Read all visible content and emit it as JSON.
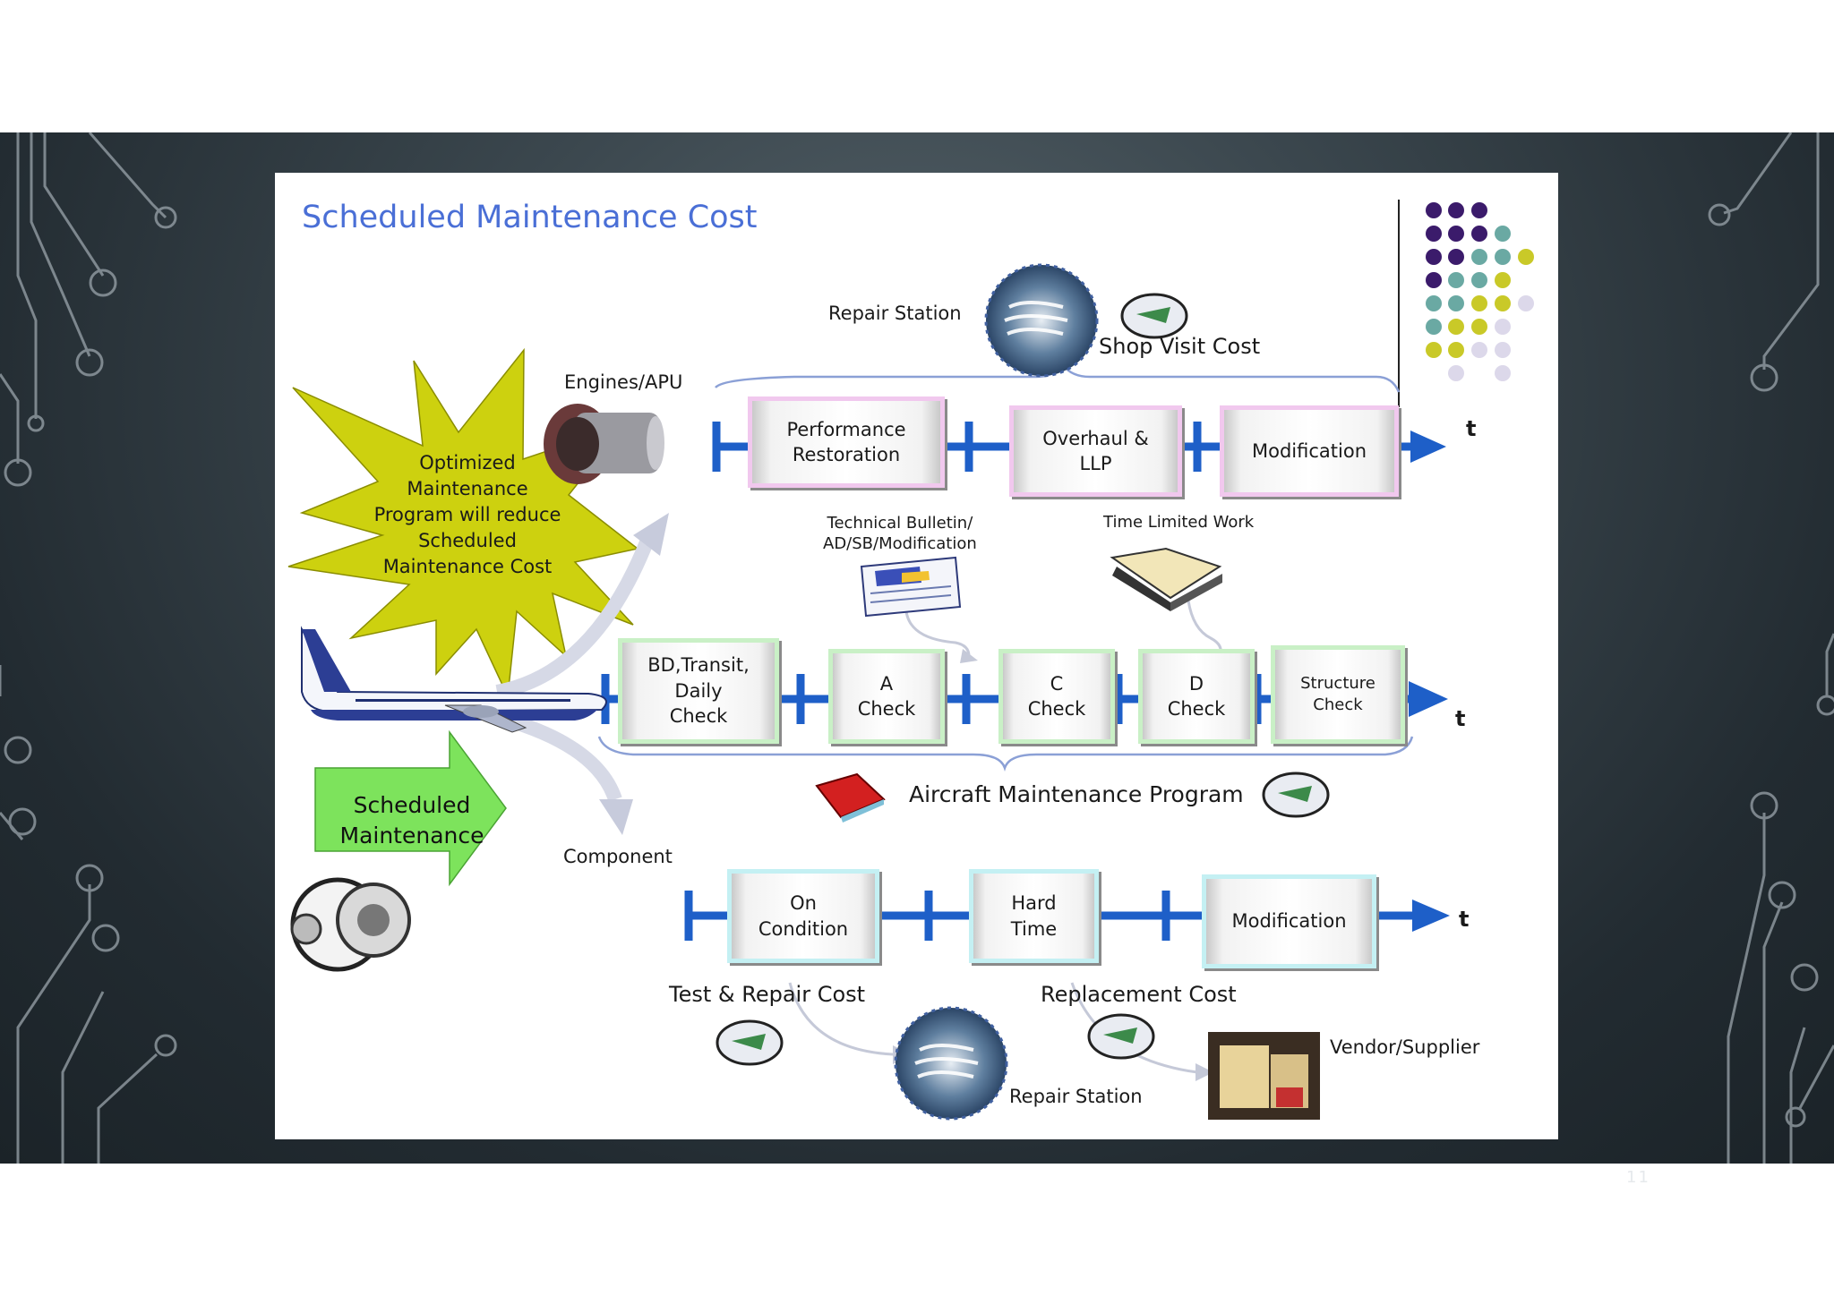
{
  "slide": {
    "number": "11"
  },
  "diagram": {
    "title": "Scheduled Maintenance Cost",
    "burst_text": "Optimized\nMaintenance\nProgram will reduce\nScheduled\nMaintenance Cost",
    "scheduled_maintenance": "Scheduled\nMaintenance",
    "engines": {
      "label": "Engines/APU",
      "repair_station": "Repair Station",
      "shop_visit_cost": "Shop Visit Cost",
      "steps": [
        "Performance\nRestoration",
        "Overhaul &\nLLP",
        "Modification"
      ],
      "axis": "t"
    },
    "aircraft": {
      "technical_bulletin": "Technical Bulletin/\nAD/SB/Modification",
      "time_limited_work": "Time Limited Work",
      "steps": [
        "BD,Transit,\nDaily\nCheck",
        "A\nCheck",
        "C\nCheck",
        "D\nCheck",
        "Structure\nCheck"
      ],
      "program": "Aircraft Maintenance Program",
      "axis": "t"
    },
    "component": {
      "label": "Component",
      "steps": [
        "On\nCondition",
        "Hard\nTime",
        "Modification"
      ],
      "test_repair_cost": "Test & Repair Cost",
      "replacement_cost": "Replacement Cost",
      "repair_station": "Repair Station",
      "vendor_supplier": "Vendor/Supplier",
      "axis": "t"
    }
  },
  "colors": {
    "title": "#4a6fd6",
    "timeline": "#1e5fc8",
    "burst": "#cfd10f",
    "arrow_green": "#7de35c",
    "dot_purple": "#3b1b6b",
    "dot_teal": "#6aa9a3",
    "dot_yellow": "#c9c928",
    "dot_lavender": "#dcd8ea"
  }
}
